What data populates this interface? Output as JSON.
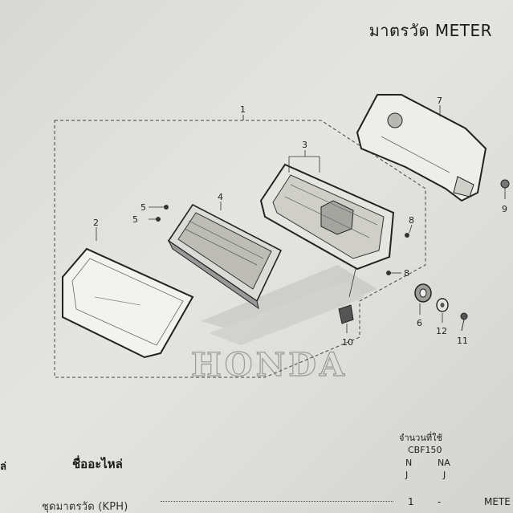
{
  "header": {
    "title": "มาตรวัด  METER"
  },
  "callouts": [
    "1",
    "2",
    "3",
    "4",
    "5",
    "5",
    "6",
    "7",
    "8",
    "8",
    "9",
    "10",
    "11",
    "12"
  ],
  "watermark": "HONDA",
  "table": {
    "qty_header": "จำนวนที่ใช้",
    "model": "CBF150",
    "col_n": "N",
    "col_na": "NA",
    "col_j1": "J",
    "col_j2": "J",
    "part_name_header": "ชื่ออะไหล่",
    "left_header_fragment": "ล่",
    "row": {
      "name": "ชุดมาตรวัด (KPH)",
      "qty": "1",
      "dash": "-",
      "note": "METE"
    }
  }
}
